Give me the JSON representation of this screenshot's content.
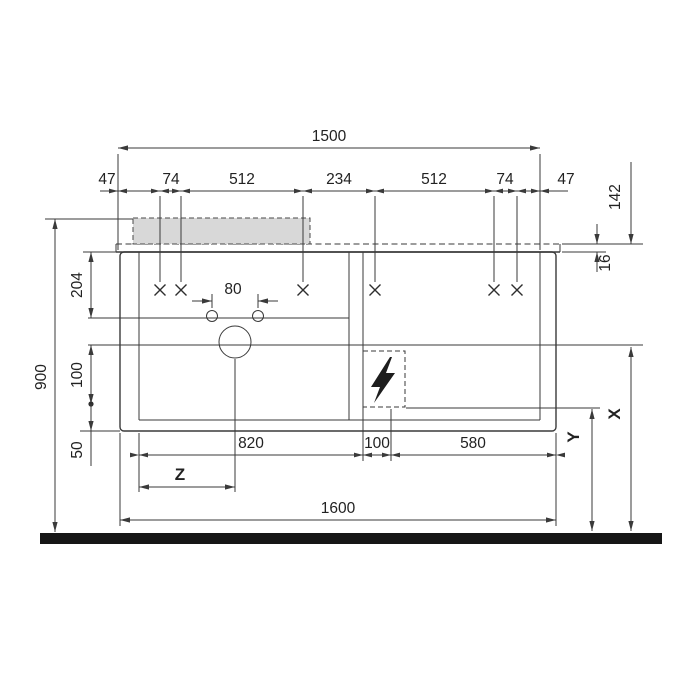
{
  "drawing": {
    "kind": "furniture-technical-front-elevation",
    "labels": {
      "w1500": "1500",
      "w1600": "1600",
      "c47l": "47",
      "c74l": "74",
      "c512l": "512",
      "c234": "234",
      "c512r": "512",
      "c74r": "74",
      "c47r": "47",
      "h204": "204",
      "h100": "100",
      "h50": "50",
      "h900": "900",
      "t142": "142",
      "t16": "16",
      "s80": "80",
      "b820": "820",
      "b100": "100",
      "b580": "580",
      "x": "X",
      "y": "Y",
      "z": "Z"
    },
    "icons": {
      "lightning": "electrical-connection-symbol",
      "hole_marker": "x-drill-hole-marker"
    },
    "colors": {
      "line": "#3a3a3a",
      "text": "#222222",
      "basin_fill": "#d8d8d8",
      "ground": "#161616"
    }
  }
}
